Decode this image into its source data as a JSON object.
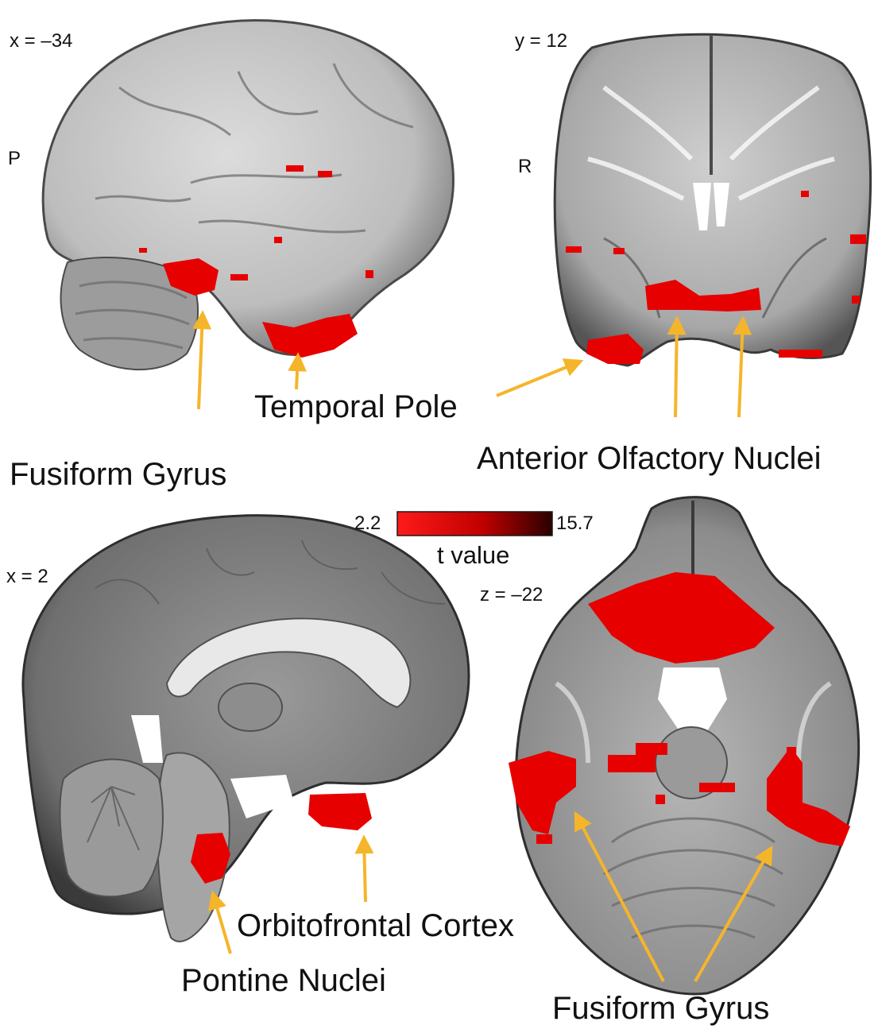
{
  "panels": {
    "sagittal_left": {
      "coord": "x = –34",
      "orient": "P"
    },
    "coronal": {
      "coord": "y = 12",
      "orient": "R"
    },
    "sagittal_mid": {
      "coord": "x = 2"
    },
    "axial": {
      "coord": "z = –22"
    }
  },
  "labels": {
    "temporal_pole": "Temporal Pole",
    "fusiform_gyrus_top": "Fusiform Gyrus",
    "anterior_olfactory": "Anterior Olfactory Nuclei",
    "orbitofrontal": "Orbitofrontal Cortex",
    "pontine": "Pontine Nuclei",
    "fusiform_gyrus_bottom": "Fusiform Gyrus"
  },
  "colorbar": {
    "min": "2.2",
    "max": "15.7",
    "title": "t value",
    "color_low": "#ff1a1a",
    "color_high": "#2a0000"
  },
  "colors": {
    "activation": "#e60000",
    "arrow": "#f5b52a"
  }
}
